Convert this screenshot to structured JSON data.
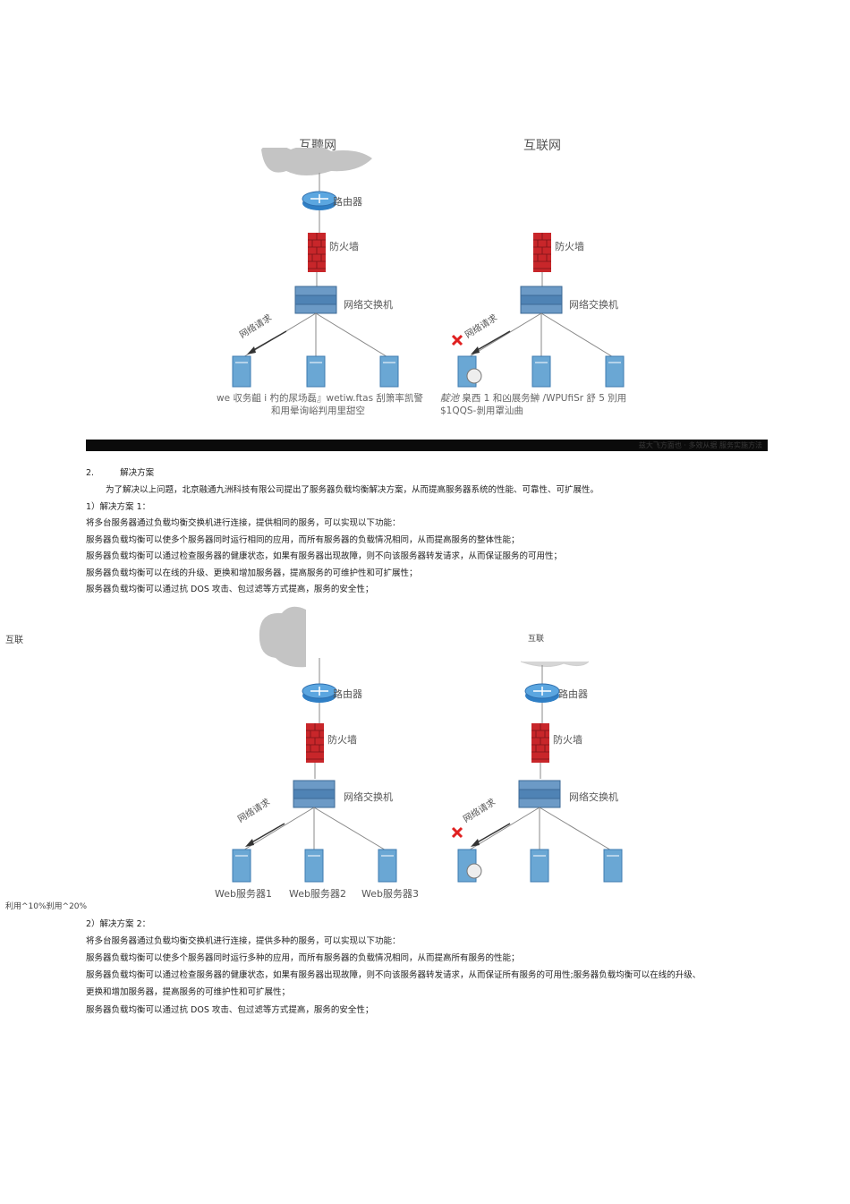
{
  "top_diagram": {
    "left": {
      "cloud_title": "互聽网",
      "router_label": "路由器",
      "firewall_label": "防火墙",
      "switch_label": "网络交换机",
      "request_label": "网络请求",
      "caption_line1": "we 収务齟 i 杓的尿场磊』wetiw.ftas 刮箫率凯警",
      "caption_line2": "和用晕询峪判用里甜空"
    },
    "right": {
      "cloud_title": "互联网",
      "firewall_label": "防火墙",
      "switch_label": "网络交换机",
      "request_label": "网络请求",
      "caption_line1_italic": "靛池",
      "caption_line1": "臬西 1 和凶展务鰰 /WPUfiSr 舒 5 別用",
      "caption_line2": "$1QQS-剝用罩汕曲"
    },
    "bar_text": "兹大飞方面也 · 多效从据 服务实施方法"
  },
  "section": {
    "heading_num": "2.",
    "heading": "解决方案",
    "intro": "为了解决以上问题，北京融通九洲科技有限公司提出了服务器负载均衡解决方案，从而提高服务器系统的性能、可靠性、可扩展性。",
    "plan1_title": "1）解决方案 1：",
    "plan1_lines": [
      "将多台服务器通过负载均衡交换机进行连接，提供相同的服务，可以实现以下功能：",
      "服务器负载均衡可以使多个服务器同时运行相同的应用，而所有服务器的负载情况相同，从而提高服务的整体性能；",
      "服务器负载均衡可以通过检查服务器的健康状态，如果有服务器出现故障，则不向该服务器转发请求，从而保证服务的可用性；",
      "服务器负载均衡可以在线的升级、更换和增加服务器，提高服务的可维护性和可扩展性；",
      "服务器负载均衡可以通过抗 DOS 攻击、包过滤等方式提高，服务的安全性；"
    ]
  },
  "bottom_diagram": {
    "side_left_label": "互联",
    "side_right_label": "互联",
    "left": {
      "router_label": "路由器",
      "firewall_label": "防火墙",
      "switch_label": "网络交换机",
      "request_label": "网络请求",
      "server_labels": [
        "Web服务器1",
        "Web服务器2",
        "Web服务器3"
      ]
    },
    "right": {
      "router_label": "路由器",
      "firewall_label": "防火墙",
      "switch_label": "网络交换机",
      "request_label": "网络请求"
    },
    "bottom_left_text": "利用^10%刹用^20%"
  },
  "section2": {
    "plan2_title": "2）解决方案 2：",
    "plan2_lines": [
      "将多台服务器通过负载均衡交换机进行连接，提供多种的服务，可以实现以下功能：",
      "服务器负载均衡可以使多个服务器同时运行多种的应用，而所有服务器的负载情况相同，从而提高所有服务的性能；",
      "服务器负载均衡可以通过检查服务器的健康状态，如果有服务器出现故障，则不向该服务器转发请求，从而保证所有服务的可用性;服务器负载均衡可以在线的升级、",
      "更换和增加服务器，提高服务的可维护性和可扩展性；",
      "服务器负载均衡可以通过抗 DOS 攻击、包过滤等方式提高，服务的安全性；"
    ]
  },
  "colors": {
    "router": "#3f8fd0",
    "firewall": "#c8262a",
    "switch": "#4f83b5",
    "server": "#6aa7d4",
    "x_mark": "#e02020",
    "cloud": "#b8b8b8"
  }
}
